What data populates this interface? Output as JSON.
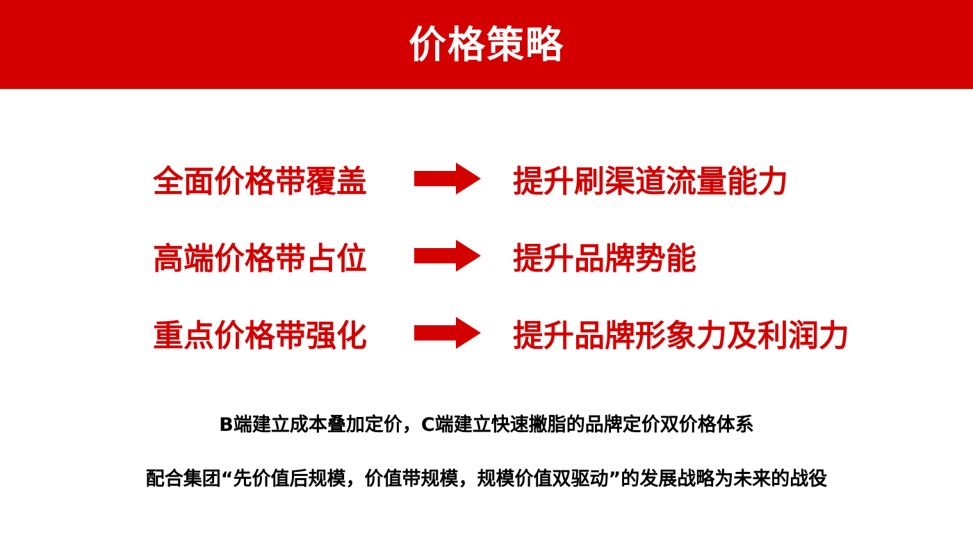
{
  "header": {
    "title": "价格策略"
  },
  "colors": {
    "accent": "#d40000",
    "text_dark": "#000000",
    "background": "#ffffff"
  },
  "strategies": [
    {
      "left": "全面价格带覆盖",
      "arrow_icon": "right-arrow-icon",
      "right": "提升刷渠道流量能力"
    },
    {
      "left": "高端价格带占位",
      "arrow_icon": "right-arrow-icon",
      "right": "提升品牌势能"
    },
    {
      "left": "重点价格带强化",
      "arrow_icon": "right-arrow-icon",
      "right": "提升品牌形象力及利润力"
    }
  ],
  "notes": [
    "B端建立成本叠加定价，C端建立快速撇脂的品牌定价双价格体系",
    "配合集团“先价值后规模，价值带规模，规模价值双驱动”的发展战略为未来的战役"
  ]
}
